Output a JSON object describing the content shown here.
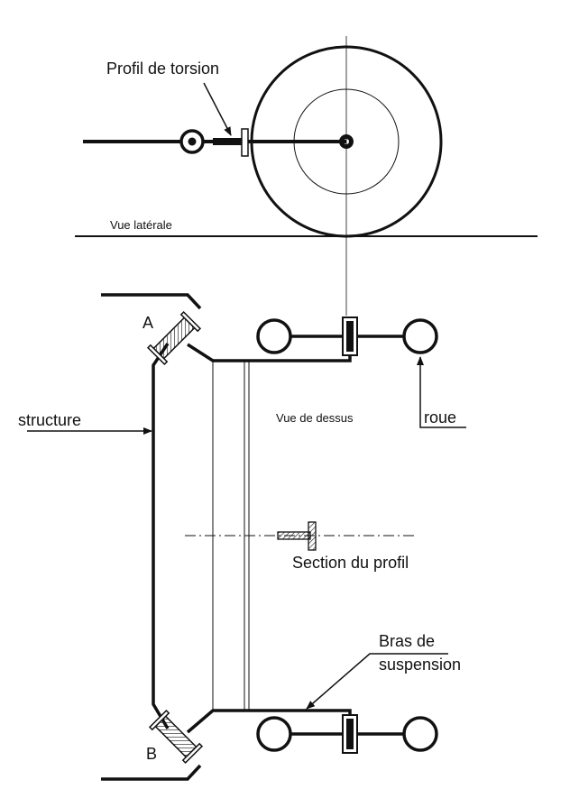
{
  "labels": {
    "profil_torsion": "Profil de torsion",
    "vue_laterale": "Vue latérale",
    "vue_dessus": "Vue de dessus",
    "structure": "structure",
    "roue": "roue",
    "section_profil": "Section du profil",
    "bras_line1": "Bras de",
    "bras_line2": "suspension",
    "pivot_a": "A",
    "pivot_b": "B"
  },
  "colors": {
    "line": "#111111",
    "hatch": "#111111",
    "background": "#ffffff"
  }
}
